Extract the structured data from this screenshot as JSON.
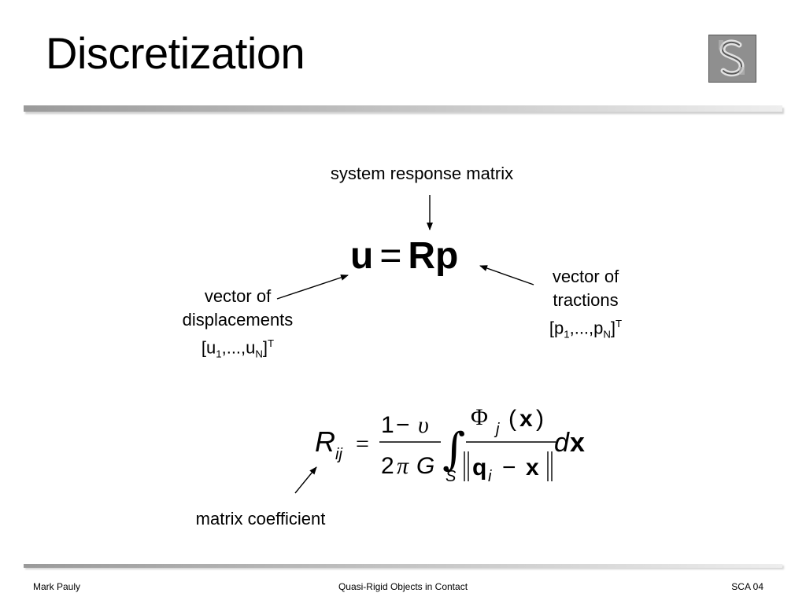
{
  "slide": {
    "title": "Discretization"
  },
  "labels": {
    "system_response_matrix": "system response matrix",
    "displacements_line1": "vector of",
    "displacements_line2": "displacements",
    "displacements_vec_open": "[u",
    "displacements_sub1": "1",
    "displacements_mid": ",...,u",
    "displacements_subN": "N",
    "displacements_close": "]",
    "displacements_sup": "T",
    "tractions_line1": "vector of",
    "tractions_line2": "tractions",
    "tractions_vec_open": "[p",
    "tractions_sub1": "1",
    "tractions_mid": ",...,p",
    "tractions_subN": "N",
    "tractions_close": "]",
    "tractions_sup": "T",
    "matrix_coefficient": "matrix coefficient"
  },
  "equation_main": {
    "lhs": "u",
    "op": "=",
    "rhs": "Rp"
  },
  "equation_coef": {
    "R": "R",
    "R_sub": "ij",
    "equals": "=",
    "num_1": "1",
    "minus": "−",
    "nu": "υ",
    "den_2": "2",
    "pi": "π",
    "G": "G",
    "integral": "∫",
    "S": "S",
    "Phi": "Φ",
    "j": "j",
    "paren_open": "(",
    "x": "x",
    "paren_close": ")",
    "q": "q",
    "i": "i",
    "d": "d"
  },
  "footer": {
    "author": "Mark Pauly",
    "course_title": "Quasi-Rigid Objects in Contact",
    "code": "SCA 04"
  },
  "colors": {
    "rule_dark": "#9a9a9a",
    "rule_light": "#eeeeee",
    "text": "#000000"
  }
}
